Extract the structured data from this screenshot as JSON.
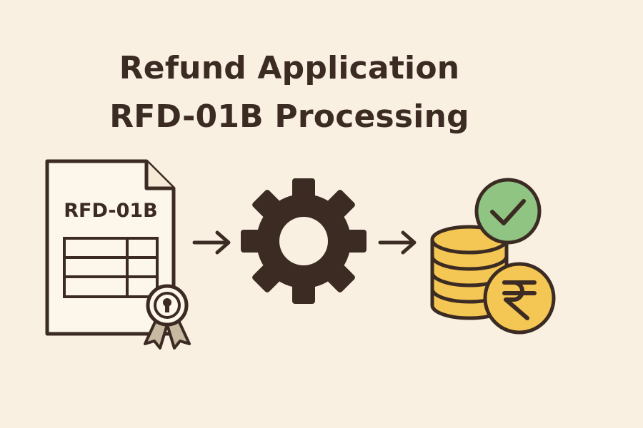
{
  "title": {
    "line1": "Refund Application",
    "line2": "RFD-01B Processing"
  },
  "document": {
    "label": "RFD-01B"
  },
  "colors": {
    "background": "#f9f0e2",
    "ink": "#3b2b22",
    "paper": "#fdf6ea",
    "coin": "#f4c654",
    "check": "#90c483"
  },
  "icons": {
    "document": "document-icon",
    "seal": "certificate-seal-icon",
    "gear": "gear-icon",
    "coins": "coin-stack-icon",
    "check": "checkmark-badge-icon",
    "rupee": "rupee-coin-icon",
    "arrow": "arrow-right-icon"
  }
}
